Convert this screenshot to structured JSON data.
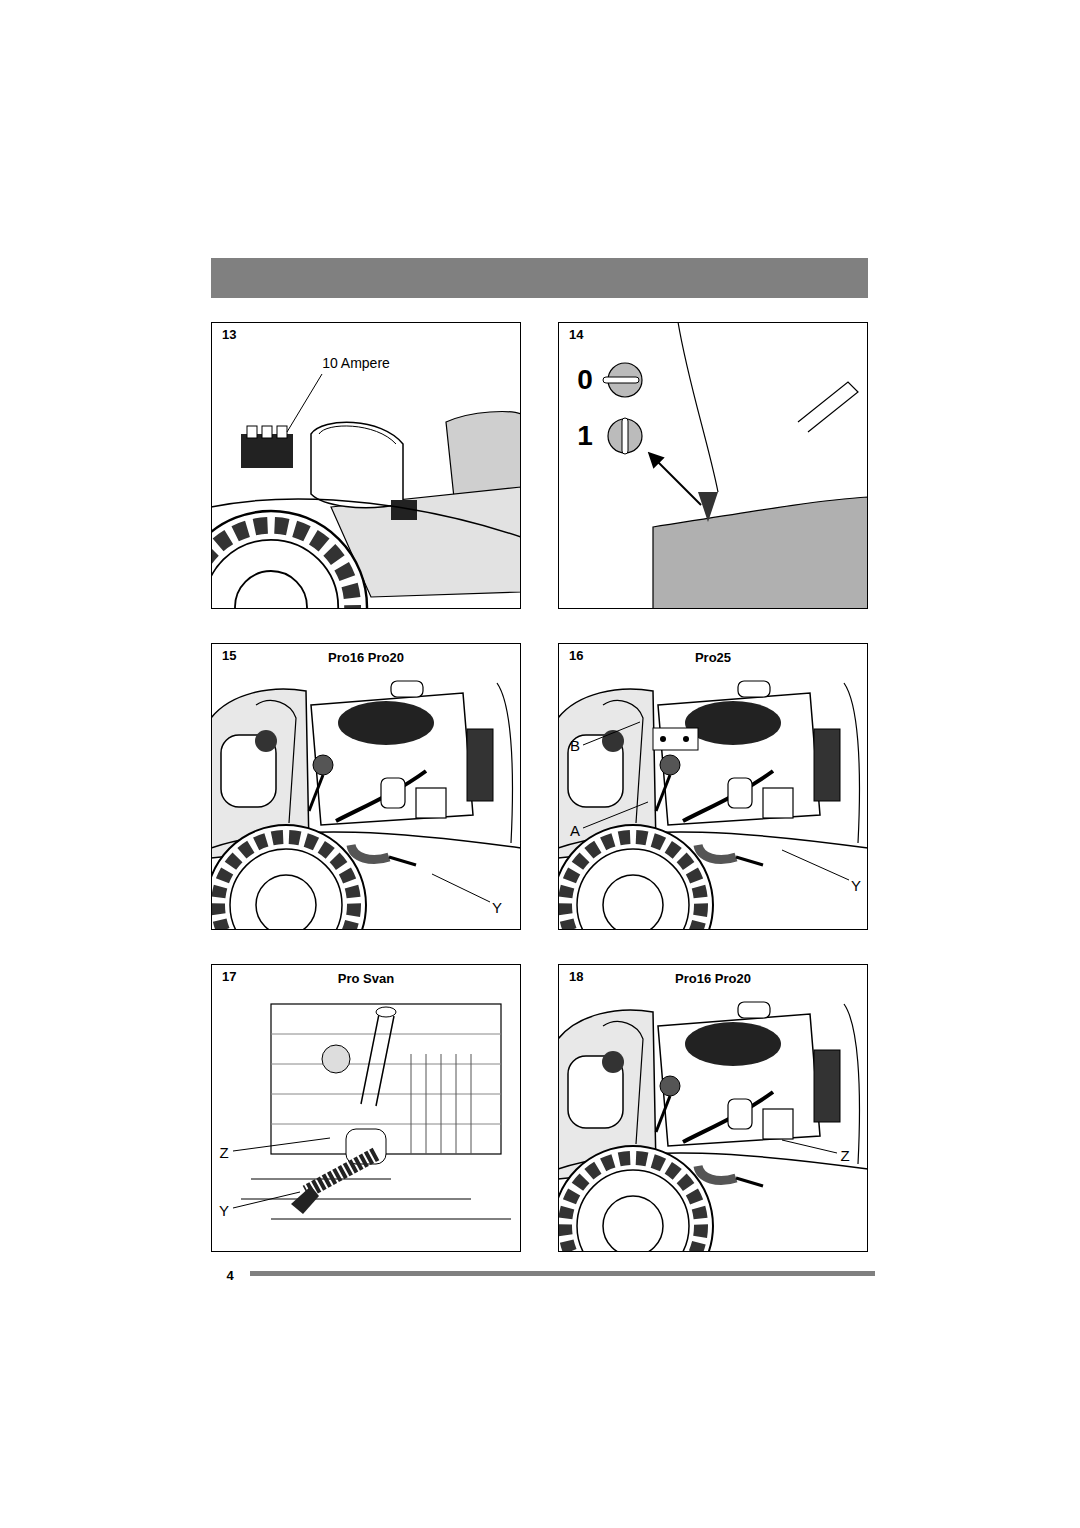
{
  "diagram": {
    "nodes": [
      {
        "text": [
          "13"
        ]
      },
      {
        "text": [
          "14"
        ]
      },
      {
        "text": [
          "15",
          "Pro16 Pro20"
        ]
      },
      {
        "text": [
          "16",
          "Pro25"
        ]
      },
      {
        "text": [
          "17",
          "Pro Svan"
        ]
      },
      {
        "text": [
          "18",
          "Pro16 Pro20"
        ]
      }
    ],
    "labels": [
      "10 Ampere",
      "0",
      "1",
      "Y",
      "B",
      "A",
      "Y",
      "Z",
      "Y",
      "Z",
      "4"
    ]
  }
}
